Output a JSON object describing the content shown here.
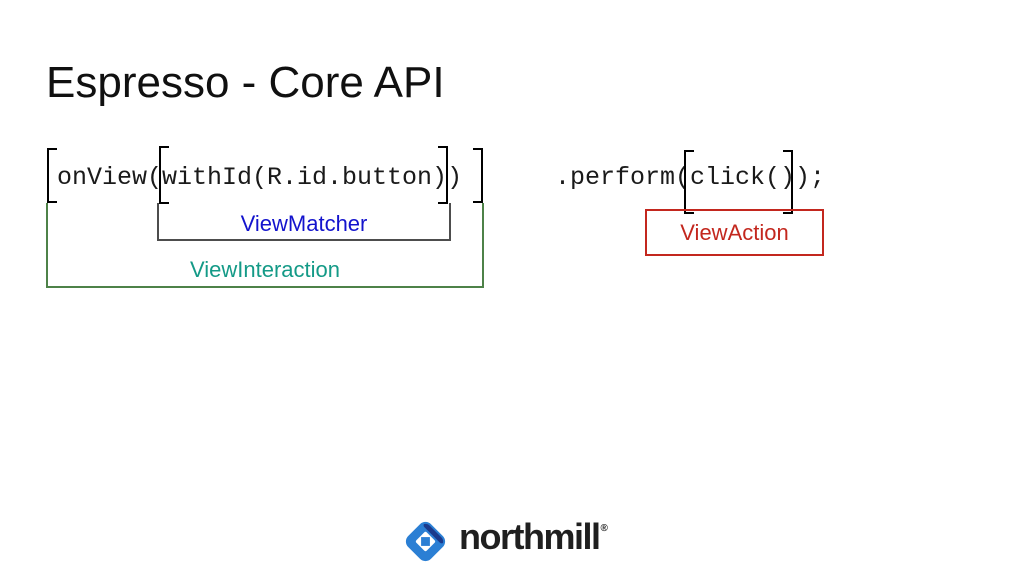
{
  "slide": {
    "title": "Espresso - Core API"
  },
  "code": {
    "left": "onView(withId(R.id.button))",
    "right": ".perform(click());"
  },
  "labels": {
    "view_matcher": "ViewMatcher",
    "view_interaction": "ViewInteraction",
    "view_action": "ViewAction"
  },
  "colors": {
    "matcher_text": "#1313cd",
    "matcher_bracket_blue": "#3a3ab8",
    "matcher_underbrace_gray": "#4d4d4d",
    "interaction_text_teal": "#149a87",
    "interaction_outer_bracket_green": "#8fae7a",
    "interaction_underbrace_green": "#4e8248",
    "action_red": "#c3271e",
    "code_text": "#1a1a1a",
    "logo_blue": "#2b7fd4",
    "logo_dark_blue": "#1b3a8c",
    "logo_text": "#1f1f1f"
  },
  "logo": {
    "icon": "northmill-diamond-icon",
    "text": "northmill",
    "registered": "®"
  }
}
